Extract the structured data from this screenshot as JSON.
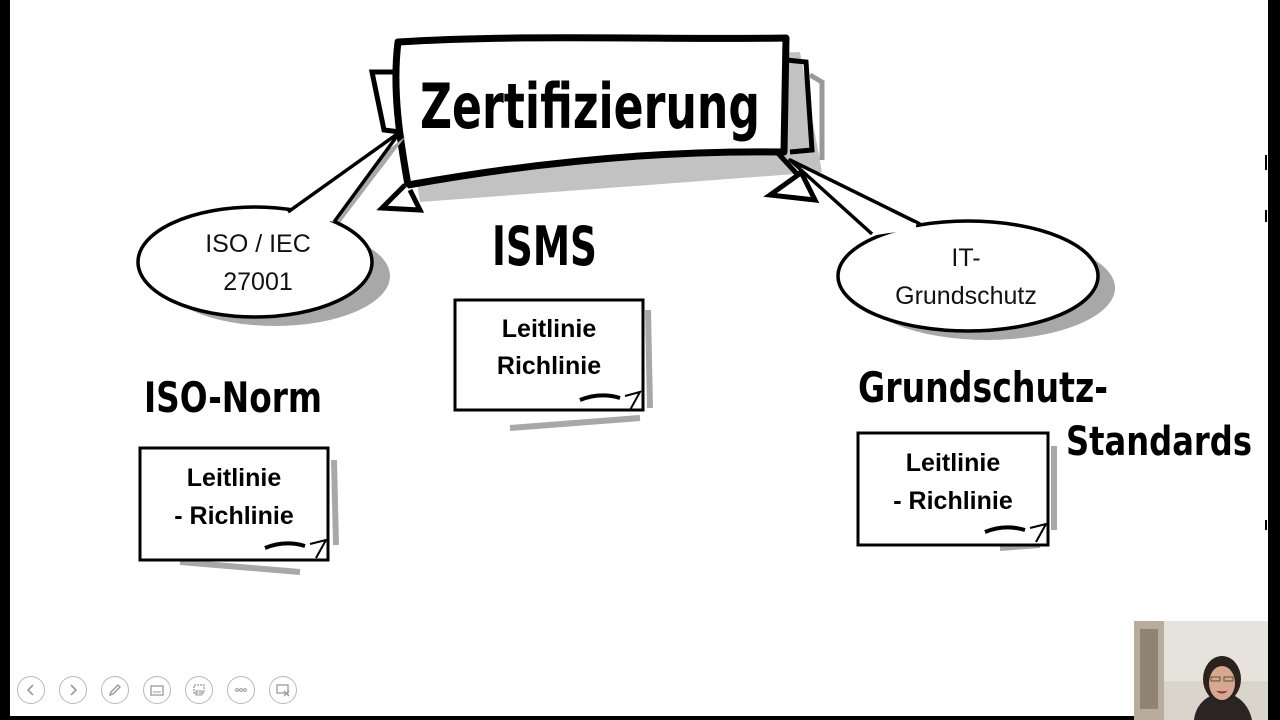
{
  "slide": {
    "title_banner": "Zertifizierung",
    "center_heading": "ISMS",
    "left_heading": "ISO-Norm",
    "right_heading_line1": "Grundschutz-",
    "right_heading_line2": "Standards",
    "left_bubble": {
      "line1": "ISO / IEC",
      "line2": "27001"
    },
    "right_bubble": {
      "line1": "IT-",
      "line2": "Grundschutz"
    },
    "center_box": {
      "line1": "Leitlinie",
      "line2": "Richlinie"
    },
    "left_box": {
      "line1": "Leitlinie",
      "line2": "- Richlinie"
    },
    "right_box": {
      "line1": "Leitlinie",
      "line2": "- Richlinie"
    }
  },
  "controls": [
    {
      "name": "previous-slide-button",
      "icon": "arrow-left-icon"
    },
    {
      "name": "next-slide-button",
      "icon": "arrow-right-icon"
    },
    {
      "name": "pen-tool-button",
      "icon": "pen-icon"
    },
    {
      "name": "subtitles-button",
      "icon": "subtitles-icon"
    },
    {
      "name": "slides-overview-button",
      "icon": "slides-icon"
    },
    {
      "name": "more-options-button",
      "icon": "more-icon"
    },
    {
      "name": "end-show-button",
      "icon": "end-show-icon"
    }
  ],
  "colors": {
    "slide_bg": "#ffffff",
    "frame": "#000000",
    "shadow": "#9c9c9c",
    "ink": "#000000"
  }
}
